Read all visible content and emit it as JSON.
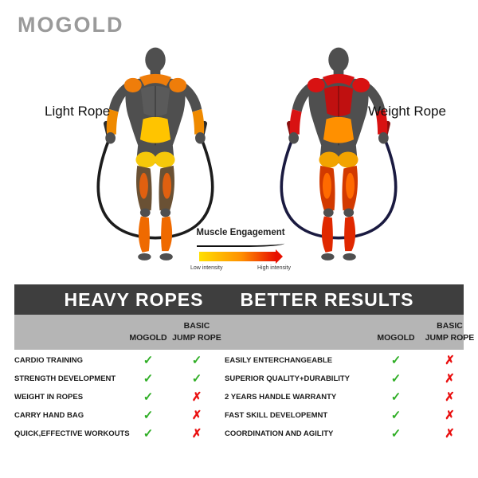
{
  "brand": "MOGOLD",
  "figures": {
    "light_label": "Light Rope",
    "heavy_label": "Weight Rope"
  },
  "legend": {
    "title": "Muscle Engagement",
    "low": "Low intensity",
    "high": "High intensity"
  },
  "banner": {
    "left": "HEAVY ROPES",
    "right": "BETTER RESULTS"
  },
  "table": {
    "header": {
      "mogold": "MOGOLD",
      "basic_line1": "BASIC",
      "basic_line2": "JUMP ROPE"
    },
    "left_rows": [
      {
        "label": "CARDIO TRAINING",
        "mogold": "✓",
        "basic": "✓"
      },
      {
        "label": "STRENGTH DEVELOPMENT",
        "mogold": "✓",
        "basic": "✓"
      },
      {
        "label": "WEIGHT IN ROPES",
        "mogold": "✓",
        "basic": "✗"
      },
      {
        "label": "CARRY HAND BAG",
        "mogold": "✓",
        "basic": "✗"
      },
      {
        "label": "QUICK,EFFECTIVE WORKOUTS",
        "mogold": "✓",
        "basic": "✗"
      }
    ],
    "right_rows": [
      {
        "label": "EASILY ENTERCHANGEABLE",
        "mogold": "✓",
        "basic": "✗"
      },
      {
        "label": "SUPERIOR QUALITY+DURABILITY",
        "mogold": "✓",
        "basic": "✗"
      },
      {
        "label": "2 YEARS HANDLE WARRANTY",
        "mogold": "✓",
        "basic": "✗"
      },
      {
        "label": "FAST SKILL DEVELOPEMNT",
        "mogold": "✓",
        "basic": "✗"
      },
      {
        "label": "COORDINATION AND AGILITY",
        "mogold": "✓",
        "basic": "✗"
      }
    ]
  },
  "colors": {
    "check_green": "#2fae25",
    "cross_red": "#ea1111",
    "banner_bg": "#3e3e3e",
    "header_bg": "#b5b5b5",
    "brand_gray": "#9a9a9a",
    "intensity_low": "#ffdf00",
    "intensity_high": "#e81000"
  }
}
